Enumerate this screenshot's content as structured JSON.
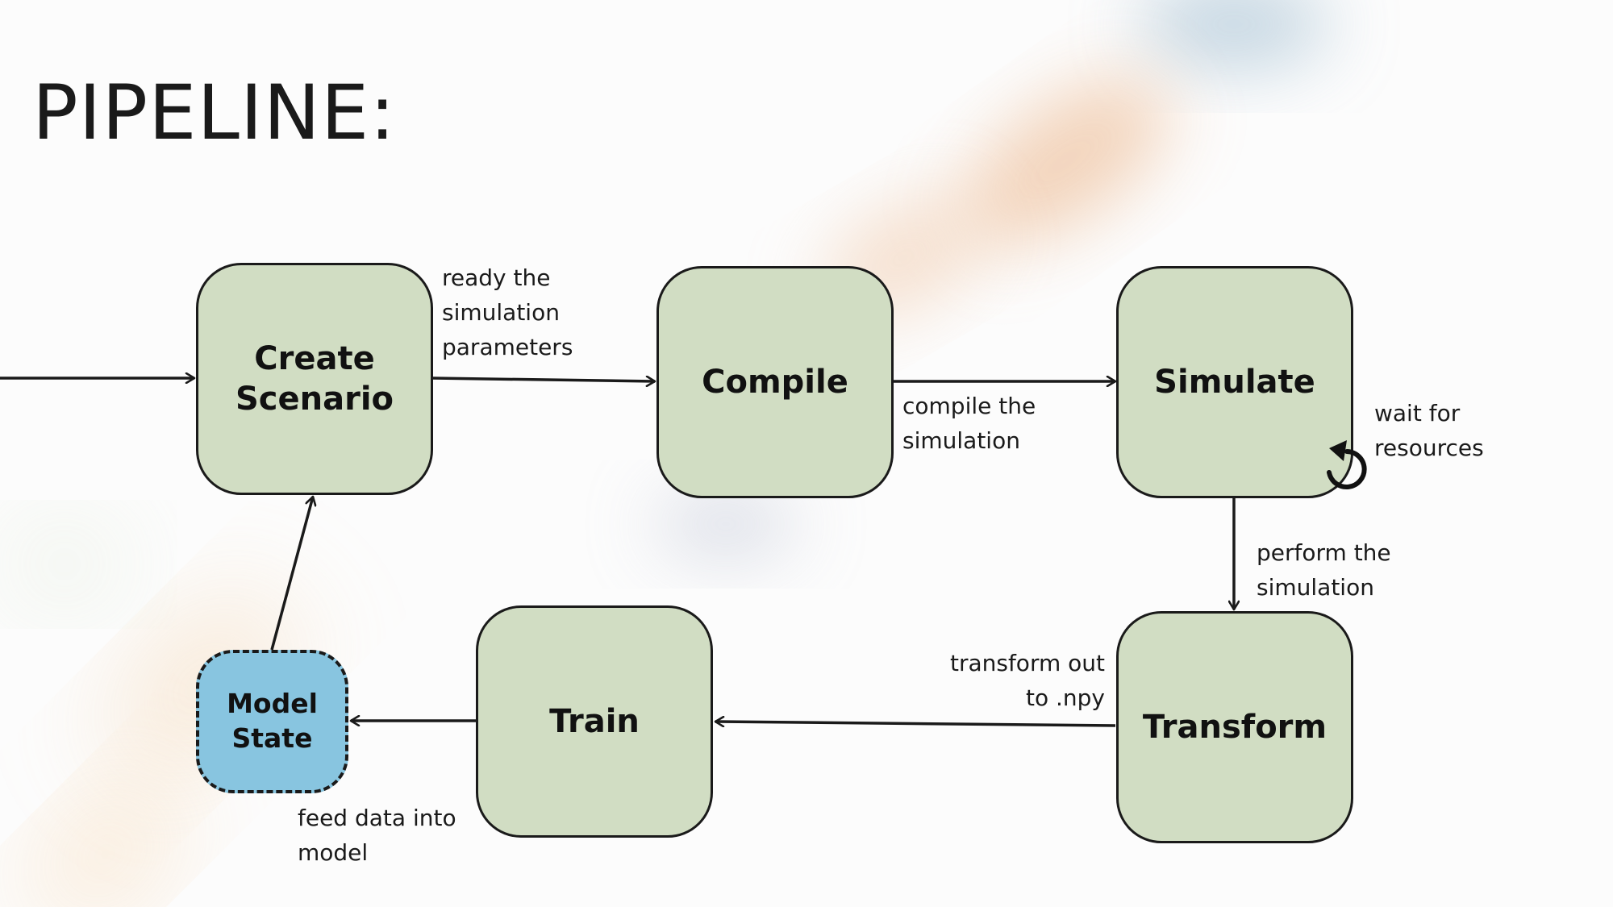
{
  "title": "PIPELINE:",
  "nodes": {
    "create_scenario": "Create\nScenario",
    "compile": "Compile",
    "simulate": "Simulate",
    "transform": "Transform",
    "train": "Train",
    "model_state": "Model\nState"
  },
  "edge_labels": {
    "create_to_compile": "ready the\nsimulation\nparameters",
    "compile_to_simulate": "compile the\nsimulation",
    "simulate_wait": "wait for\nresources",
    "simulate_to_transform": "perform the\nsimulation",
    "transform_to_train": "transform out\nto .npy",
    "train_to_model": "feed data into\nmodel"
  },
  "colors": {
    "process_node": "#d1ddc3",
    "model_state_node": "#88c5e0",
    "stroke": "#1a1a1a"
  }
}
